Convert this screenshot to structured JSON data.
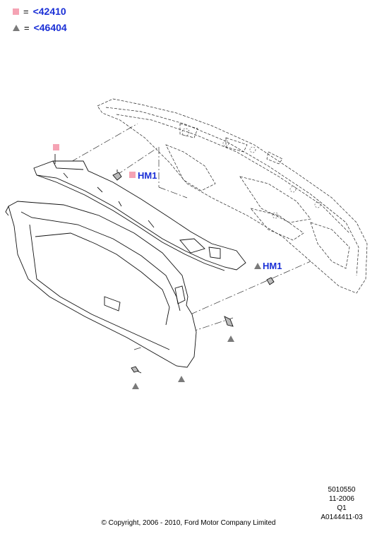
{
  "legend": {
    "items": [
      {
        "symbol": "square",
        "eq": "=",
        "value": "<42410"
      },
      {
        "symbol": "triangle",
        "eq": "=",
        "value": "<46404"
      }
    ]
  },
  "callouts": {
    "hm1_upper": "HM1",
    "hm1_right": "HM1"
  },
  "metadata": {
    "part_number": "5010550",
    "date": "11-2006",
    "code": "Q1",
    "ref": "A0144411-03"
  },
  "copyright": "© Copyright, 2006 - 2010, Ford Motor Company Limited",
  "colors": {
    "square": "#f5a3b4",
    "triangle": "#7a7a7a",
    "label": "#1a2fd6"
  }
}
